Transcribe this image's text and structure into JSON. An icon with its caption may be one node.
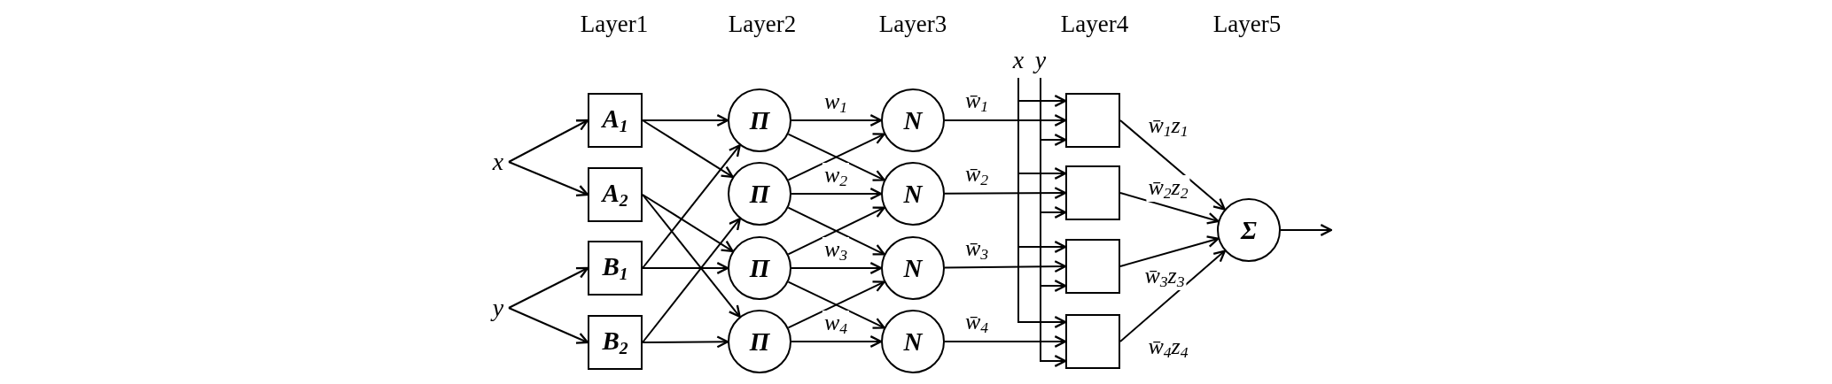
{
  "diagram": {
    "nodes": [
      {
        "text": [
          "x"
        ]
      },
      {
        "text": [
          "y"
        ]
      },
      {
        "text": [
          "A$_{1}$"
        ]
      },
      {
        "text": [
          "A$_{2}$"
        ]
      },
      {
        "text": [
          "B$_{1}$"
        ]
      },
      {
        "text": [
          "B$_{2}$"
        ]
      },
      {
        "text": [
          "Π"
        ]
      },
      {
        "text": [
          "Π"
        ]
      },
      {
        "text": [
          "Π"
        ]
      },
      {
        "text": [
          "Π"
        ]
      },
      {
        "text": [
          "N"
        ]
      },
      {
        "text": [
          "N"
        ]
      },
      {
        "text": [
          "N"
        ]
      },
      {
        "text": [
          "N"
        ]
      },
      {
        "text": [
          "x"
        ]
      },
      {
        "text": [
          "y"
        ]
      },
      {
        "text": [],
        "shape": "box"
      },
      {
        "text": [],
        "shape": "box"
      },
      {
        "text": [],
        "shape": "box"
      },
      {
        "text": [],
        "shape": "box"
      },
      {
        "text": [
          "Σ"
        ]
      }
    ],
    "edges": [
      {
        "from": 0,
        "to": 2,
        "arrow": "to"
      },
      {
        "from": 0,
        "to": 3,
        "arrow": "to"
      },
      {
        "from": 1,
        "to": 4,
        "arrow": "to"
      },
      {
        "from": 1,
        "to": 5,
        "arrow": "to"
      },
      {
        "from": 2,
        "to": 6,
        "arrow": "to"
      },
      {
        "from": 2,
        "to": 7,
        "arrow": "to"
      },
      {
        "from": 3,
        "to": 8,
        "arrow": "to"
      },
      {
        "from": 3,
        "to": 9,
        "arrow": "to"
      },
      {
        "from": 4,
        "to": 6,
        "arrow": "to"
      },
      {
        "from": 4,
        "to": 8,
        "arrow": "to"
      },
      {
        "from": 5,
        "to": 7,
        "arrow": "to"
      },
      {
        "from": 5,
        "to": 9,
        "arrow": "to"
      },
      {
        "from": 6,
        "to": 10,
        "arrow": "to",
        "label": "w$_{1}$"
      },
      {
        "from": 6,
        "to": 11,
        "arrow": "to"
      },
      {
        "from": 7,
        "to": 10,
        "arrow": "to"
      },
      {
        "from": 7,
        "to": 11,
        "arrow": "to",
        "label": "w$_{2}$"
      },
      {
        "from": 7,
        "to": 12,
        "arrow": "to"
      },
      {
        "from": 8,
        "to": 11,
        "arrow": "to"
      },
      {
        "from": 8,
        "to": 12,
        "arrow": "to",
        "label": "w$_{3}$"
      },
      {
        "from": 8,
        "to": 13,
        "arrow": "to"
      },
      {
        "from": 9,
        "to": 12,
        "arrow": "to"
      },
      {
        "from": 9,
        "to": 13,
        "arrow": "to",
        "label": "w$_{4}$"
      },
      {
        "from": 10,
        "to": 16,
        "arrow": "to",
        "label": "w̄$_{1}$"
      },
      {
        "from": 11,
        "to": 17,
        "arrow": "to",
        "label": "w̄$_{2}$"
      },
      {
        "from": 12,
        "to": 18,
        "arrow": "to",
        "label": "w̄$_{3}$"
      },
      {
        "from": 13,
        "to": 19,
        "arrow": "to",
        "label": "w̄$_{4}$"
      },
      {
        "from": 14,
        "to": 16,
        "arrow": "to"
      },
      {
        "from": 14,
        "to": 17,
        "arrow": "to"
      },
      {
        "from": 14,
        "to": 18,
        "arrow": "to"
      },
      {
        "from": 14,
        "to": 19,
        "arrow": "to"
      },
      {
        "from": 15,
        "to": 16,
        "arrow": "to"
      },
      {
        "from": 15,
        "to": 17,
        "arrow": "to"
      },
      {
        "from": 15,
        "to": 18,
        "arrow": "to"
      },
      {
        "from": 15,
        "to": 19,
        "arrow": "to"
      },
      {
        "from": 16,
        "to": 20,
        "arrow": "to",
        "label": "w̄$_{1}$z$_{1}$"
      },
      {
        "from": 17,
        "to": 20,
        "arrow": "to",
        "label": "w̄$_{2}$z$_{2}$"
      },
      {
        "from": 18,
        "to": 20,
        "arrow": "to",
        "label": "w̄$_{3}$z$_{3}$"
      },
      {
        "from": 19,
        "to": 20,
        "arrow": "to",
        "label": "w̄$_{4}$z$_{4}$"
      },
      {
        "from": 20,
        "to": null,
        "arrow": "to"
      }
    ],
    "labels": [
      "Layer1",
      "Layer2",
      "Layer3",
      "Layer4",
      "Layer5"
    ]
  }
}
